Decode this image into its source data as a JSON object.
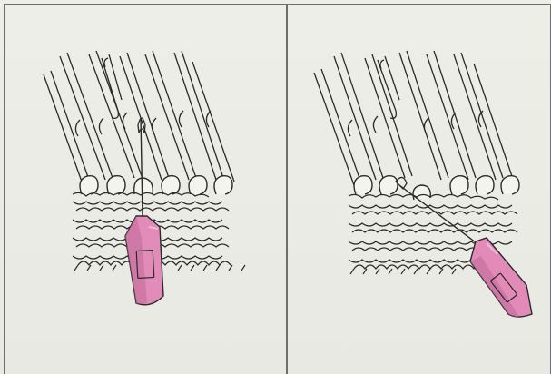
{
  "figure": {
    "panels": [
      {
        "id": "left",
        "tool_position": "vertical"
      },
      {
        "id": "right",
        "tool_position": "angled"
      }
    ],
    "colors": {
      "background": "#ecece6",
      "line": "#2a2a2a",
      "tool_fill": "#e28bb8",
      "tool_shadow": "#c06a99",
      "tool_highlight": "#f2b8d6"
    }
  }
}
